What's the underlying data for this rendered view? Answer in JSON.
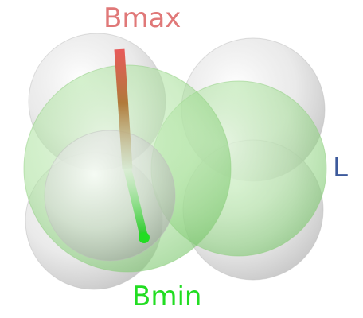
{
  "axes": {
    "bmax": {
      "label": "Bmax",
      "color": "#e07878"
    },
    "l": {
      "label": "L",
      "color": "#3d5a9c"
    },
    "bmin": {
      "label": "Bmin",
      "color": "#22dd22"
    }
  },
  "colors": {
    "gray_sphere": "#d2d2d2",
    "green_sphere": "#a6e29a",
    "axis_bmax_start": "#e85a5a",
    "axis_l_end": "#2a4fa0",
    "axis_bmin_end": "#22cc22"
  }
}
